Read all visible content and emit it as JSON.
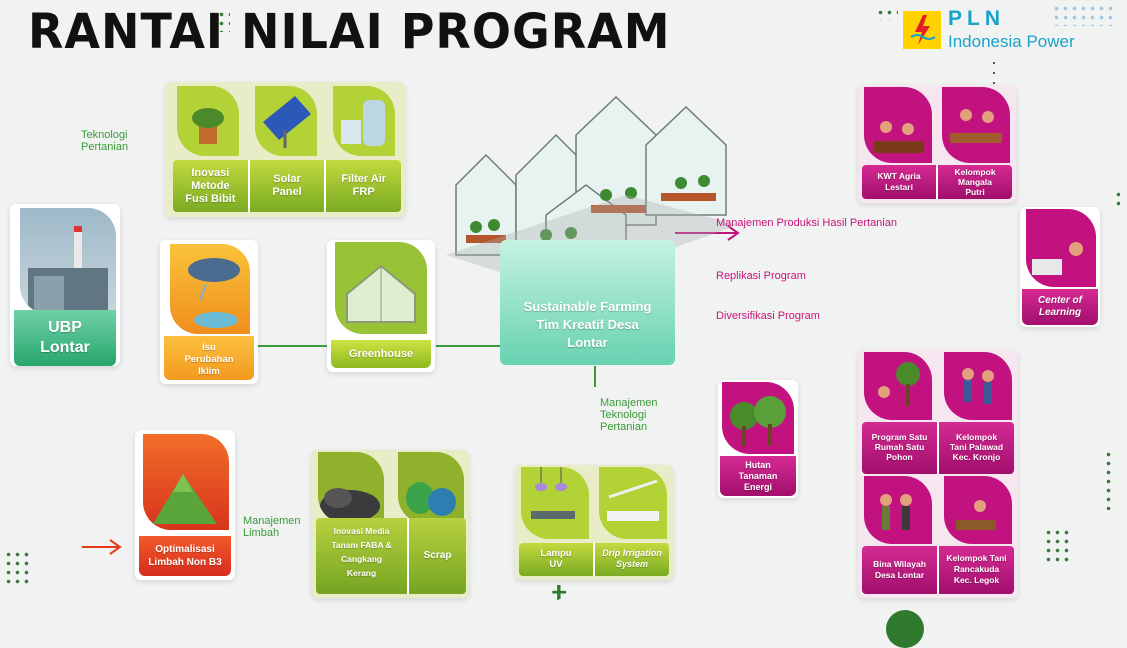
{
  "title": "RANTAI NILAI PROGRAM",
  "logo": {
    "brand": "PLN",
    "sub": "Indonesia Power"
  },
  "colors": {
    "green_dark": "#6c9d1d",
    "green_light": "#b6d234",
    "magenta": "#c1127f",
    "teal": "#8fe0c8",
    "orange": "#f7a421",
    "red": "#e6391b"
  },
  "nodes": {
    "ubp": "UBP\nLontar",
    "isu": "Isu\nPerubahan\nIklim",
    "greenhouse": "Greenhouse",
    "sustainable": "Sustainable Farming\nTim Kreatif Desa\nLontar",
    "optimalisasi": "Optimalisasi\nLimbah Non B3"
  },
  "teknologi_pertanian": {
    "label": "Teknologi\nPertanian",
    "items": [
      "Inovasi\nMetode\nFusi Bibit",
      "Solar\nPanel",
      "Filter Air\nFRP"
    ]
  },
  "manajemen_limbah": {
    "label": "Manajemen\nLimbah",
    "items": [
      "Inovasi Media\nTanam FABA &\nCangkang\nKerang",
      "Scrap"
    ]
  },
  "manajemen_teknologi": {
    "label": "Manajemen\nTeknologi\nPertanian",
    "items": [
      "Lampu\nUV",
      "Drip Irrigation\nSystem"
    ],
    "plus": "+"
  },
  "outcomes": [
    "Manajemen Produksi Hasil Pertanian",
    "Replikasi Program",
    "Diversifikasi Program"
  ],
  "kwt": [
    "KWT Agria\nLestari",
    "Kelompok\nMangala\nPutri"
  ],
  "center": "Center of\nLearning",
  "hutan": "Hutan\nTanaman\nEnergi",
  "groups": [
    "Program Satu\nRumah Satu\nPohon",
    "Kelompok\nTani Palawad\nKec. Kronjo",
    "Bina Wilayah\nDesa Lontar",
    "Kelompok Tani\nRancakuda\nKec. Legok"
  ]
}
